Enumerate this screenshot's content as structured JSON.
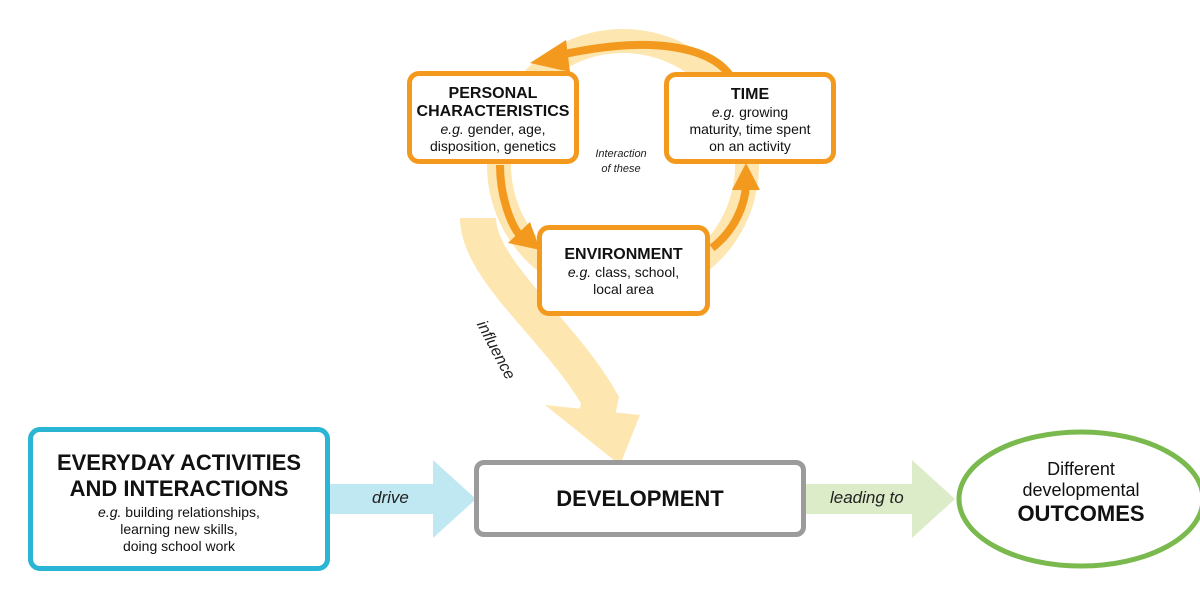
{
  "nodes": {
    "personal": {
      "title_line1": "PERSONAL",
      "title_line2": "CHARACTERISTICS",
      "eg": "e.g.",
      "desc_line1": "gender, age,",
      "desc_line2": "disposition, genetics"
    },
    "time": {
      "title": "TIME",
      "eg": "e.g.",
      "desc_line1": "growing",
      "desc_line2": "maturity, time spent",
      "desc_line3": "on an activity"
    },
    "environment": {
      "title": "ENVIRONMENT",
      "eg": "e.g.",
      "desc_line1": "class, school,",
      "desc_line2": "local area"
    },
    "everyday": {
      "title_line1": "EVERYDAY ACTIVITIES",
      "title_line2": "AND INTERACTIONS",
      "eg": "e.g.",
      "desc_line1": "building relationships,",
      "desc_line2": "learning new skills,",
      "desc_line3": "doing school work"
    },
    "development": {
      "title": "DEVELOPMENT"
    },
    "outcomes": {
      "line1": "Different",
      "line2": "developmental",
      "line3": "OUTCOMES"
    }
  },
  "labels": {
    "interaction_line1": "Interaction",
    "interaction_line2": "of these",
    "influence": "influence",
    "drive": "drive",
    "leading_to": "leading to"
  },
  "colors": {
    "orange": "#f39a1e",
    "pale_orange": "#fde6b0",
    "cyan": "#29b5d3",
    "light_cyan": "#bfe8f2",
    "grey": "#9b9b9b",
    "green": "#79b94d",
    "light_green": "#dcebc8"
  }
}
